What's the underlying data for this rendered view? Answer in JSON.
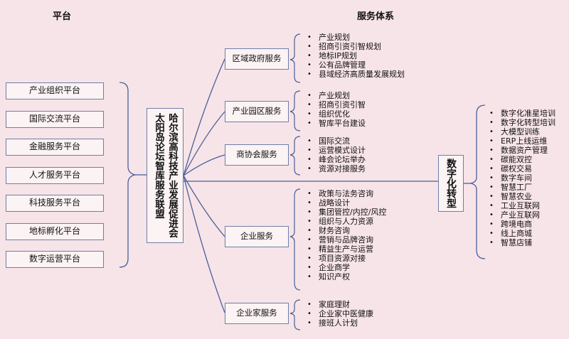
{
  "headings": {
    "platforms": "平台",
    "services": "服务体系"
  },
  "platforms": [
    "产业组织平台",
    "国际交流平台",
    "金融服务平台",
    "人才服务平台",
    "科技服务平台",
    "地标孵化平台",
    "数字运营平台"
  ],
  "alliance": {
    "col1": "哈尔滨高科技产业发展促进会",
    "col2": "太阳岛论坛智库服务联盟"
  },
  "services": [
    {
      "name": "区域政府服务",
      "items": [
        "产业规划",
        "招商引资引智规划",
        "地标IP规划",
        "公有品牌管理",
        "县域经济高质量发展规划"
      ]
    },
    {
      "name": "产业园区服务",
      "items": [
        "产业规划",
        "招商引资引智",
        "组织优化",
        "智库平台建设"
      ]
    },
    {
      "name": "商协会服务",
      "items": [
        "国际交流",
        "运营模式设计",
        "峰会论坛举办",
        "资源对接服务"
      ]
    },
    {
      "name": "企业服务",
      "items": [
        "政策与法务咨询",
        "战略设计",
        "集团管控/内控/风控",
        "组织与人力资源",
        "财务咨询",
        "营销与品牌咨询",
        "精益生产与运营",
        "项目资源对接",
        "企业商学",
        "知识产权"
      ]
    },
    {
      "name": "企业家服务",
      "items": [
        "家庭理财",
        "企业家中医健康",
        "接班人计划"
      ]
    }
  ],
  "digital": {
    "title": "数字化转型",
    "items": [
      "数字化准星培训",
      "数字化转型培训",
      "大模型训练",
      "ERP上线运维",
      "数据资产管理",
      "碳能双控",
      "碳权交易",
      "数字车间",
      "智慧工厂",
      "智慧农业",
      "工业互联网",
      "产业互联网",
      "跨境电商",
      "线上商城",
      "智慧店铺"
    ]
  },
  "colors": {
    "line": "#4a5f9a",
    "box_border": "#6f7fa6",
    "background": "#f7e4e8"
  }
}
